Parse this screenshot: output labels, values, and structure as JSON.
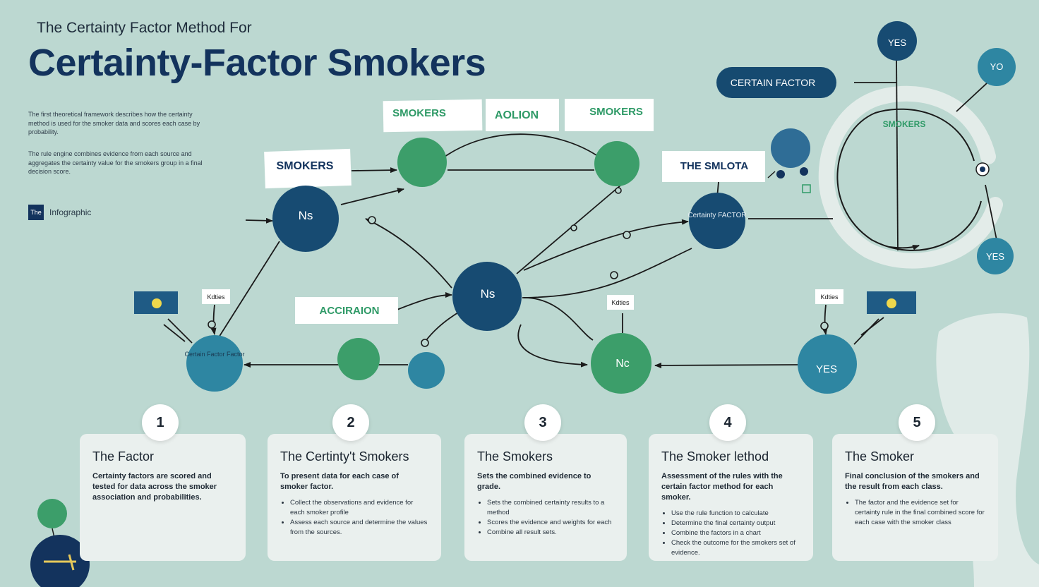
{
  "header": {
    "kicker": "The Certainty Factor Method For",
    "title": "Certainty-Factor Smokers",
    "intro_1": "The first theoretical framework describes how the certainty method is used for the smoker data and scores each case by probability.",
    "intro_2": "The rule engine combines evidence from each source and aggregates the certainty value for the smokers group in a final decision score.",
    "brand_badge": "The",
    "brand_text": "Infographic"
  },
  "diagram": {
    "labels": {
      "smokers_top_left": "SMOKERS",
      "aolion": "AOLION",
      "smokers_top_right": "SMOKERS",
      "smokers_left": "SMOKERS",
      "the_smlota": "THE SMLOTA",
      "certain_factor_pill": "CERTAIN FACTOR",
      "acciraion": "ACCIRAION",
      "small_tag_left": "Kdties",
      "small_tag_center": "Kdties",
      "small_tag_right": "Kdties"
    },
    "nodes": {
      "ns_left": "Ns",
      "ns_center": "Ns",
      "nc": "Nc",
      "yes_bottom": "YES",
      "certainty_factor_node": "Certainty FACTOR",
      "certain_factor_left": "Certain Factor Factor",
      "yes_top": "YES",
      "yo": "YO",
      "yes_right": "YES",
      "arc_label": "SMOKERS"
    },
    "colors": {
      "background": "#bcd8d1",
      "navy": "#174b72",
      "green": "#3c9e6a",
      "teal": "#2e86a2",
      "title": "#13335d",
      "line": "#1a1a1a",
      "accent_green_text": "#2f9a67"
    }
  },
  "steps": [
    {
      "number": "1",
      "title": "The Factor",
      "desc": "Certainty factors are scored and tested for data across the smoker association and probabilities.",
      "bullets": []
    },
    {
      "number": "2",
      "title": "The Certinty't Smokers",
      "desc": "To present data for each case of smoker factor.",
      "bullets": [
        "Collect the observations and evidence for each smoker profile",
        "Assess each source and determine the values from the sources."
      ]
    },
    {
      "number": "3",
      "title": "The Smokers",
      "desc": "Sets the combined evidence to grade.",
      "bullets": [
        "Sets the combined certainty results to a method",
        "Scores the evidence and weights for each",
        "Combine all result sets."
      ]
    },
    {
      "number": "4",
      "title": "The Smoker lethod",
      "desc": "Assessment of the rules with the certain factor method for each smoker.",
      "bullets": [
        "Use the rule function to calculate",
        "Determine the final certainty output",
        "Combine the factors in a chart",
        "Check the outcome for the smokers set of evidence."
      ]
    },
    {
      "number": "5",
      "title": "The Smoker",
      "desc": "Final conclusion of the smokers and the result from each class.",
      "bullets": [
        "The factor and the evidence set for certainty rule in the final combined score for each case with the smoker class"
      ]
    }
  ]
}
